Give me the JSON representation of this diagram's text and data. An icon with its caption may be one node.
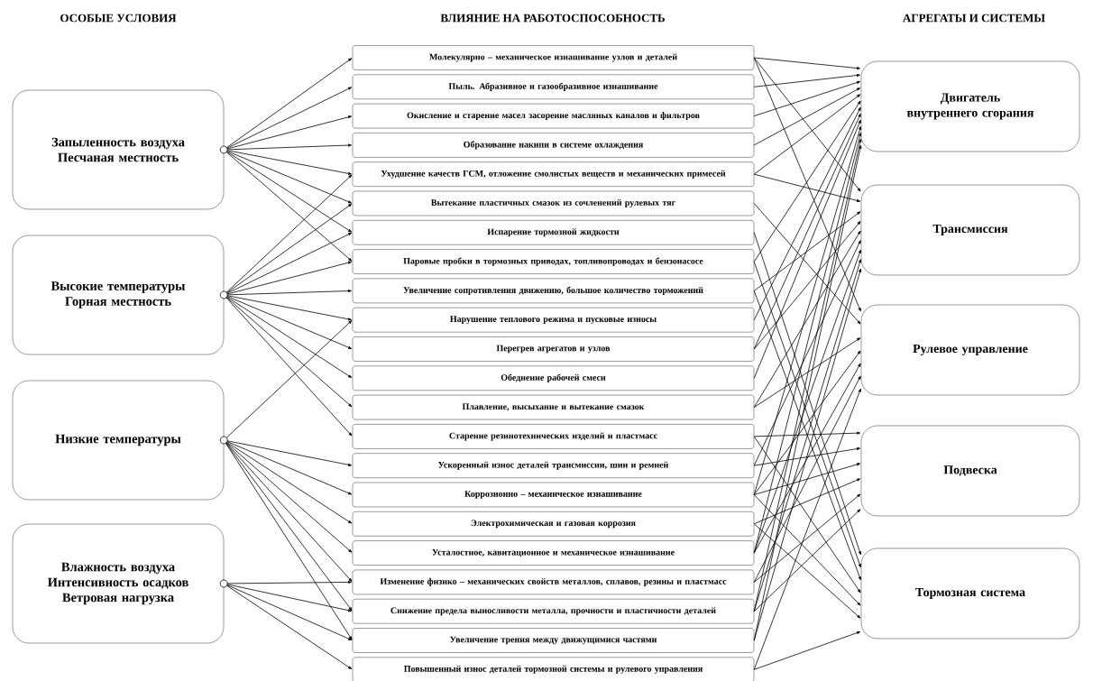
{
  "diagram": {
    "nodes": [
      {
        "text": [
          "Запыленность воздуха",
          "Песчаная местность"
        ]
      },
      {
        "text": [
          "Высокие температуры",
          "Горная местность"
        ]
      },
      {
        "text": [
          "Низкие температуры"
        ]
      },
      {
        "text": [
          "Влажность воздуха",
          "Интенсивность осадков",
          "Ветровая нагрузка"
        ]
      },
      {
        "text": [
          "Молекулярно – механическое изнашивание узлов и деталей"
        ]
      },
      {
        "text": [
          "Пыль. Абразивное и газообразивное изнашивание"
        ]
      },
      {
        "text": [
          "Окисление и старение масел засорение масляных каналов и фильтров"
        ]
      },
      {
        "text": [
          "Образование накипи в системе охлаждения"
        ]
      },
      {
        "text": [
          "Ухудшение качеств ГСМ, отложение смолистых веществ и механических примесей"
        ]
      },
      {
        "text": [
          "Вытекание пластичных смазок из сочленений рулевых тяг"
        ]
      },
      {
        "text": [
          "Испарение тормозной жидкости"
        ]
      },
      {
        "text": [
          "Паровые пробки в тормозных приводах, топливопроводах и бензонасосе"
        ]
      },
      {
        "text": [
          "Увеличение сопротивления движению, большое количество торможений"
        ]
      },
      {
        "text": [
          "Нарушение теплового режима и пусковые износы"
        ]
      },
      {
        "text": [
          "Перегрев агрегатов и узлов"
        ]
      },
      {
        "text": [
          "Обеднение рабочей смеси"
        ]
      },
      {
        "text": [
          "Плавление, высыхание и вытекание смазок"
        ]
      },
      {
        "text": [
          "Старение резинотехнических изделий и пластмасс"
        ]
      },
      {
        "text": [
          "Ускоренный износ деталей трансмиссии, шин и ремней"
        ]
      },
      {
        "text": [
          "Коррозионно – механическое изнашивание"
        ]
      },
      {
        "text": [
          "Электрохимическая и газовая коррозия"
        ]
      },
      {
        "text": [
          "Усталостное, кавитационное и механическое изнашивание"
        ]
      },
      {
        "text": [
          "Изменение физико – механических свойств металлов, сплавов, резины и пластмасс"
        ]
      },
      {
        "text": [
          "Снижение предела выносливости металла, прочности и пластичности деталей"
        ]
      },
      {
        "text": [
          "Увеличение трения между движущимися частями"
        ]
      },
      {
        "text": [
          "Повышенный износ деталей тормозной системы и рулевого управления"
        ]
      },
      {
        "text": [
          "Двигатель внутреннего сгорания"
        ]
      },
      {
        "text": [
          "Трансмиссия"
        ]
      },
      {
        "text": [
          "Рулевое управление"
        ]
      },
      {
        "text": [
          "Подвеска"
        ]
      },
      {
        "text": [
          "Тормозная система"
        ]
      }
    ],
    "edges": [
      {
        "from": 0,
        "to": 4,
        "arrow": "to"
      },
      {
        "from": 0,
        "to": 5,
        "arrow": "to"
      },
      {
        "from": 0,
        "to": 6,
        "arrow": "to"
      },
      {
        "from": 0,
        "to": 7,
        "arrow": "to"
      },
      {
        "from": 0,
        "to": 8,
        "arrow": "to"
      },
      {
        "from": 0,
        "to": 9,
        "arrow": "to"
      },
      {
        "from": 0,
        "to": 10,
        "arrow": "to"
      },
      {
        "from": 0,
        "to": 11,
        "arrow": "to"
      },
      {
        "from": 1,
        "to": 8,
        "arrow": "to"
      },
      {
        "from": 1,
        "to": 9,
        "arrow": "to"
      },
      {
        "from": 1,
        "to": 10,
        "arrow": "to"
      },
      {
        "from": 1,
        "to": 11,
        "arrow": "to"
      },
      {
        "from": 1,
        "to": 12,
        "arrow": "to"
      },
      {
        "from": 1,
        "to": 13,
        "arrow": "to"
      },
      {
        "from": 1,
        "to": 14,
        "arrow": "to"
      },
      {
        "from": 1,
        "to": 15,
        "arrow": "to"
      },
      {
        "from": 1,
        "to": 16,
        "arrow": "to"
      },
      {
        "from": 1,
        "to": 17,
        "arrow": "to"
      },
      {
        "from": 2,
        "to": 13,
        "arrow": "to"
      },
      {
        "from": 2,
        "to": 18,
        "arrow": "to"
      },
      {
        "from": 2,
        "to": 19,
        "arrow": "to"
      },
      {
        "from": 2,
        "to": 20,
        "arrow": "to"
      },
      {
        "from": 2,
        "to": 21,
        "arrow": "to"
      },
      {
        "from": 2,
        "to": 22,
        "arrow": "to"
      },
      {
        "from": 2,
        "to": 23,
        "arrow": "to"
      },
      {
        "from": 2,
        "to": 24,
        "arrow": "to"
      },
      {
        "from": 3,
        "to": 22,
        "arrow": "to"
      },
      {
        "from": 3,
        "to": 23,
        "arrow": "to"
      },
      {
        "from": 3,
        "to": 24,
        "arrow": "to"
      },
      {
        "from": 3,
        "to": 25,
        "arrow": "to"
      },
      {
        "from": 4,
        "to": 26,
        "arrow": "to"
      },
      {
        "from": 4,
        "to": 27,
        "arrow": "to"
      },
      {
        "from": 4,
        "to": 28,
        "arrow": "to"
      },
      {
        "from": 5,
        "to": 26,
        "arrow": "to"
      },
      {
        "from": 6,
        "to": 26,
        "arrow": "to"
      },
      {
        "from": 7,
        "to": 26,
        "arrow": "to"
      },
      {
        "from": 8,
        "to": 26,
        "arrow": "to"
      },
      {
        "from": 8,
        "to": 27,
        "arrow": "to"
      },
      {
        "from": 9,
        "to": 28,
        "arrow": "to"
      },
      {
        "from": 10,
        "to": 30,
        "arrow": "to"
      },
      {
        "from": 11,
        "to": 26,
        "arrow": "to"
      },
      {
        "from": 11,
        "to": 30,
        "arrow": "to"
      },
      {
        "from": 12,
        "to": 27,
        "arrow": "to"
      },
      {
        "from": 12,
        "to": 30,
        "arrow": "to"
      },
      {
        "from": 13,
        "to": 26,
        "arrow": "to"
      },
      {
        "from": 14,
        "to": 26,
        "arrow": "to"
      },
      {
        "from": 14,
        "to": 27,
        "arrow": "to"
      },
      {
        "from": 15,
        "to": 26,
        "arrow": "to"
      },
      {
        "from": 16,
        "to": 27,
        "arrow": "to"
      },
      {
        "from": 16,
        "to": 28,
        "arrow": "to"
      },
      {
        "from": 17,
        "to": 29,
        "arrow": "to"
      },
      {
        "from": 17,
        "to": 30,
        "arrow": "to"
      },
      {
        "from": 18,
        "to": 27,
        "arrow": "to"
      },
      {
        "from": 18,
        "to": 29,
        "arrow": "to"
      },
      {
        "from": 19,
        "to": 26,
        "arrow": "to"
      },
      {
        "from": 19,
        "to": 28,
        "arrow": "to"
      },
      {
        "from": 19,
        "to": 29,
        "arrow": "to"
      },
      {
        "from": 19,
        "to": 30,
        "arrow": "to"
      },
      {
        "from": 20,
        "to": 29,
        "arrow": "to"
      },
      {
        "from": 20,
        "to": 30,
        "arrow": "to"
      },
      {
        "from": 21,
        "to": 26,
        "arrow": "to"
      },
      {
        "from": 21,
        "to": 27,
        "arrow": "to"
      },
      {
        "from": 21,
        "to": 28,
        "arrow": "to"
      },
      {
        "from": 22,
        "to": 28,
        "arrow": "to"
      },
      {
        "from": 22,
        "to": 29,
        "arrow": "to"
      },
      {
        "from": 23,
        "to": 26,
        "arrow": "to"
      },
      {
        "from": 23,
        "to": 27,
        "arrow": "to"
      },
      {
        "from": 23,
        "to": 29,
        "arrow": "to"
      },
      {
        "from": 24,
        "to": 26,
        "arrow": "to"
      },
      {
        "from": 24,
        "to": 27,
        "arrow": "to"
      },
      {
        "from": 25,
        "to": 28,
        "arrow": "to"
      },
      {
        "from": 25,
        "to": 30,
        "arrow": "to"
      }
    ],
    "labels": [
      "ОСОБЫЕ УСЛОВИЯ",
      "ВЛИЯНИЕ НА РАБОТОСПОСОБНОСТЬ",
      "АГРЕГАТЫ И СИСТЕМЫ"
    ]
  }
}
